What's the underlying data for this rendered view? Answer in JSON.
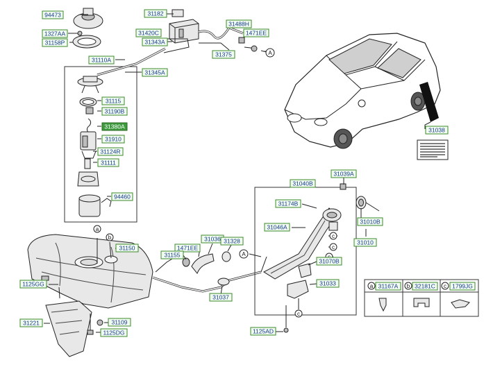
{
  "labels": {
    "p94473": "94473",
    "p1327AA": "1327AA",
    "p31158P": "31158P",
    "p31110A": "31110A",
    "p31115": "31115",
    "p31190B": "31190B",
    "p31380A": "31380A",
    "p31910": "31910",
    "p31124R": "31124R",
    "p31111": "31111",
    "p94460": "94460",
    "p31182": "31182",
    "p31420C": "31420C",
    "p31343A": "31343A",
    "p31345A": "31345A",
    "p31488H": "31488H",
    "p1471EE_top": "1471EE",
    "p31375": "31375",
    "p31038": "31038",
    "p31150": "31150",
    "p1125GG": "1125GG",
    "p31221": "31221",
    "p31109": "31109",
    "p1125DG": "1125DG",
    "p31036": "31036",
    "p1471EE_mid": "1471EE",
    "p31328": "31328",
    "p31155": "31155",
    "p31037": "31037",
    "p31039A": "31039A",
    "p31040B": "31040B",
    "p31174B": "31174B",
    "p31046A": "31046A",
    "p31010B": "31010B",
    "p31010": "31010",
    "p31070B": "31070B",
    "p31033": "31033",
    "p1125AD": "1125AD",
    "p31167A": "31167A",
    "p32181C": "32181C",
    "p1799JG": "1799JG"
  },
  "highlighted_part": "31380A",
  "markers": {
    "A": "A",
    "a": "a",
    "b": "b",
    "c": "c"
  },
  "colors": {
    "label_border": "#3a8a2a",
    "label_text": "#123a8f",
    "highlight_fill": "#3f9b3f"
  }
}
